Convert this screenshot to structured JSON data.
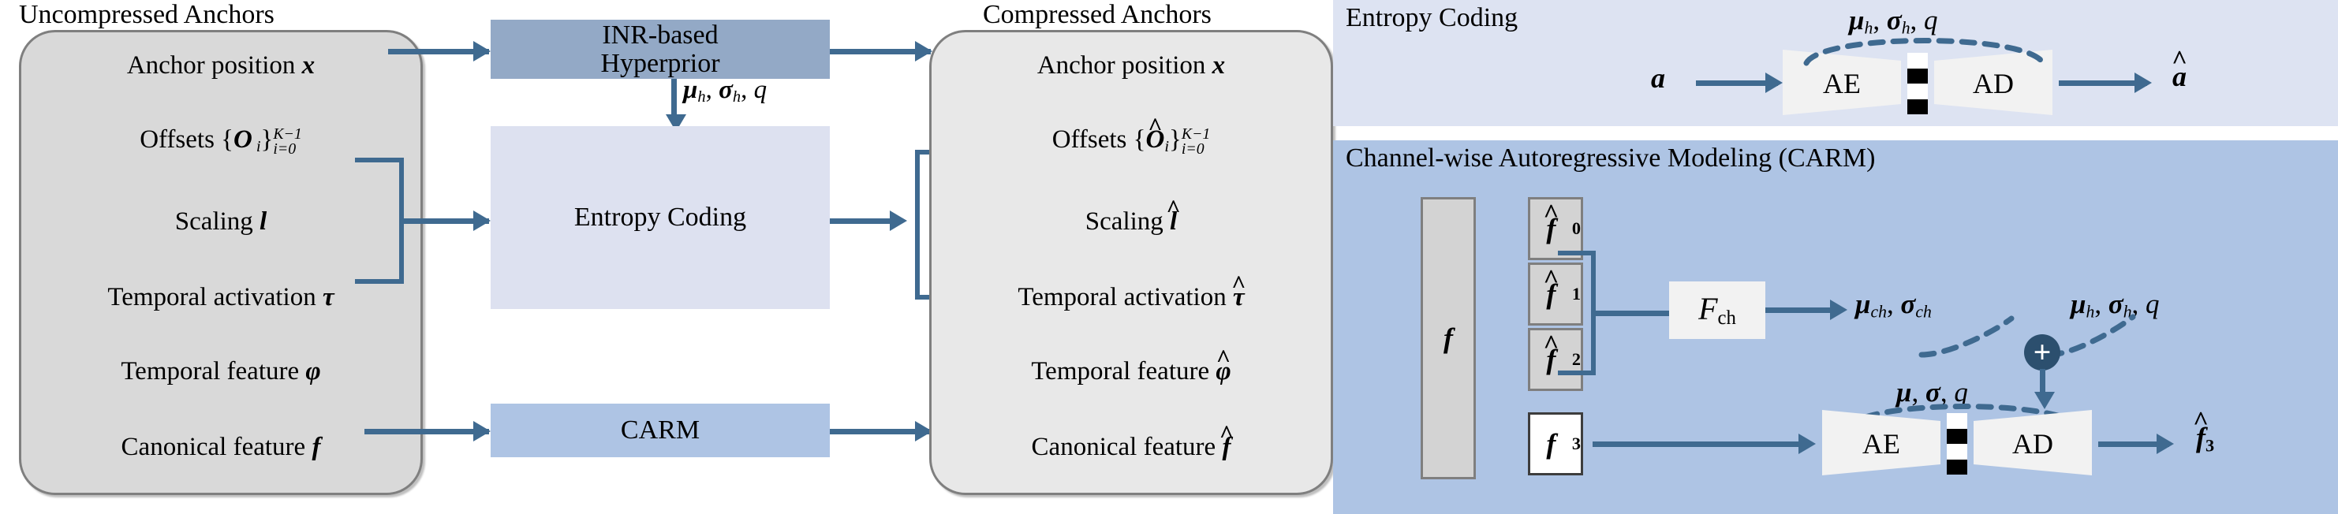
{
  "left_diagram": {
    "uncompressed_title": "Uncompressed Anchors",
    "compressed_title": "Compressed Anchors",
    "uncompressed_rows": [
      {
        "label": "Anchor position",
        "sym": "x"
      },
      {
        "label": "Offsets",
        "sym": "{O_i}_{i=0}^{K-1}"
      },
      {
        "label": "Scaling",
        "sym": "l"
      },
      {
        "label": "Temporal activation",
        "sym": "τ"
      },
      {
        "label": "Temporal feature",
        "sym": "ϕ"
      },
      {
        "label": "Canonical feature",
        "sym": "f"
      }
    ],
    "compressed_rows": [
      {
        "label": "Anchor position",
        "sym": "x"
      },
      {
        "label": "Offsets",
        "sym": "{Ô_i}_{i=0}^{K-1}"
      },
      {
        "label": "Scaling",
        "sym": "l̂"
      },
      {
        "label": "Temporal activation",
        "sym": "τ̂"
      },
      {
        "label": "Temporal feature",
        "sym": "ϕ̂"
      },
      {
        "label": "Canonical feature",
        "sym": "f̂"
      }
    ],
    "process_boxes": [
      {
        "name": "inr-hyperprior",
        "line1": "INR-based",
        "line2": "Hyperprior"
      },
      {
        "name": "entropy-coding",
        "line1": "Entropy Coding",
        "line2": ""
      },
      {
        "name": "carm",
        "line1": "CARM",
        "line2": ""
      }
    ],
    "hyperprior_output_label": "μ_h, σ_h, q"
  },
  "right_panels": {
    "entropy_coding": {
      "title": "Entropy Coding",
      "input_symbol": "a",
      "output_symbol": "â",
      "encoder_label": "AE",
      "decoder_label": "AD",
      "side_info_label": "μ_h, σ_h, q"
    },
    "carm": {
      "title": "Channel-wise Autoregressive Modeling (CARM)",
      "feature_stack_symbol": "f",
      "channel_blocks": [
        {
          "sym": "f̂0",
          "kind": "decoded"
        },
        {
          "sym": "f̂1",
          "kind": "decoded"
        },
        {
          "sym": "f̂2",
          "kind": "decoded"
        },
        {
          "sym": "f3",
          "kind": "current"
        }
      ],
      "network_label": "F_ch",
      "channel_params_label": "μ_ch, σ_ch",
      "hyper_params_label": "μ_h, σ_h, q",
      "combine_operator": "+",
      "final_params_label": "μ, σ, q",
      "encoder_label": "AE",
      "decoder_label": "AD",
      "output_symbol": "f̂3"
    }
  },
  "colors": {
    "arrow": "#3f6a90",
    "anchor_fill": "#d9d9d9",
    "anchor_border": "#7f7f7f",
    "proc_dark": "#93a9c6",
    "proc_pale": "#dde1f0",
    "proc_mid": "#aec4e4",
    "panel_top": "#dde3f2",
    "panel_bottom": "#aec4e4",
    "codec_fill": "#f2f2f2",
    "plus_fill": "#2c4f6e"
  }
}
